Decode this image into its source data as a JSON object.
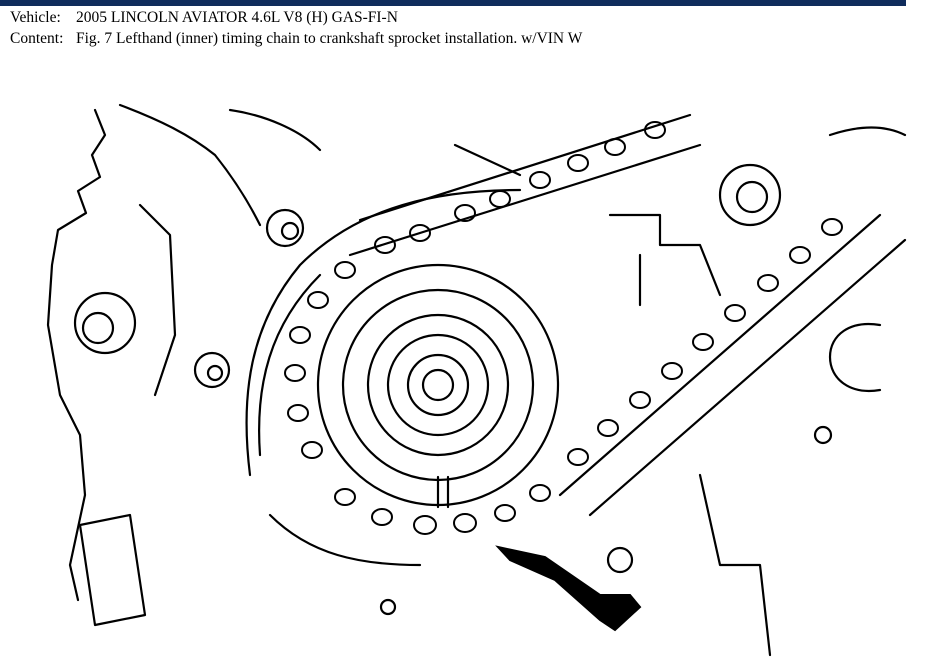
{
  "header": {
    "vehicle_label": "Vehicle:",
    "vehicle_value": "2005 LINCOLN AVIATOR 4.6L V8 (H) GAS-FI-N",
    "content_label": "Content:",
    "content_value": "Fig. 7 Lefthand (inner) timing chain to crankshaft sprocket installation. w/VIN W"
  },
  "figure": {
    "subject": "timing chain and crankshaft sprocket line drawing",
    "arrow_icon": "arrow-pointer-icon",
    "colors": {
      "rule": "#0f2c5c",
      "ink": "#000000"
    }
  }
}
